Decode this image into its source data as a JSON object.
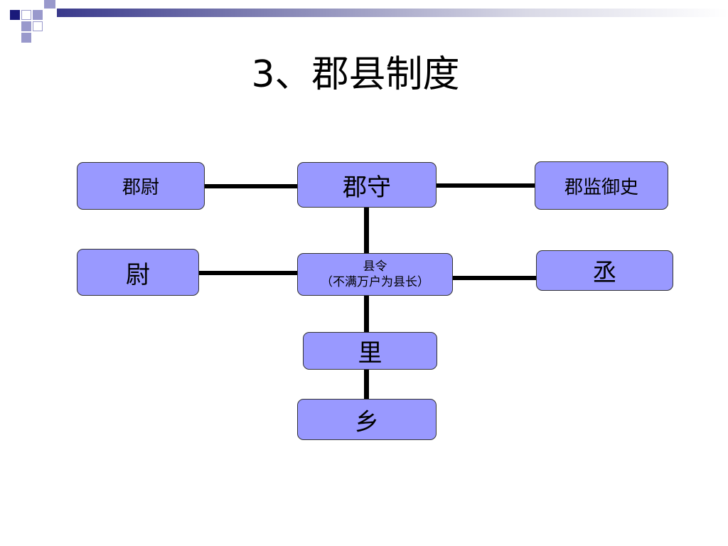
{
  "slide": {
    "title": "3、郡县制度"
  },
  "diagram": {
    "nodes": {
      "junwei": "郡尉",
      "junshou": "郡守",
      "jianyushi": "郡监御史",
      "wei": "尉",
      "xianling_1": "县令",
      "xianling_2": "（不满万户为县长）",
      "cheng": "丞",
      "li": "里",
      "xiang": "乡"
    }
  },
  "colors": {
    "node_fill": "#9999ff",
    "node_border": "#333333",
    "connector": "#000000",
    "header_dark": "#1a1a7a",
    "header_light": "#9999cc"
  }
}
